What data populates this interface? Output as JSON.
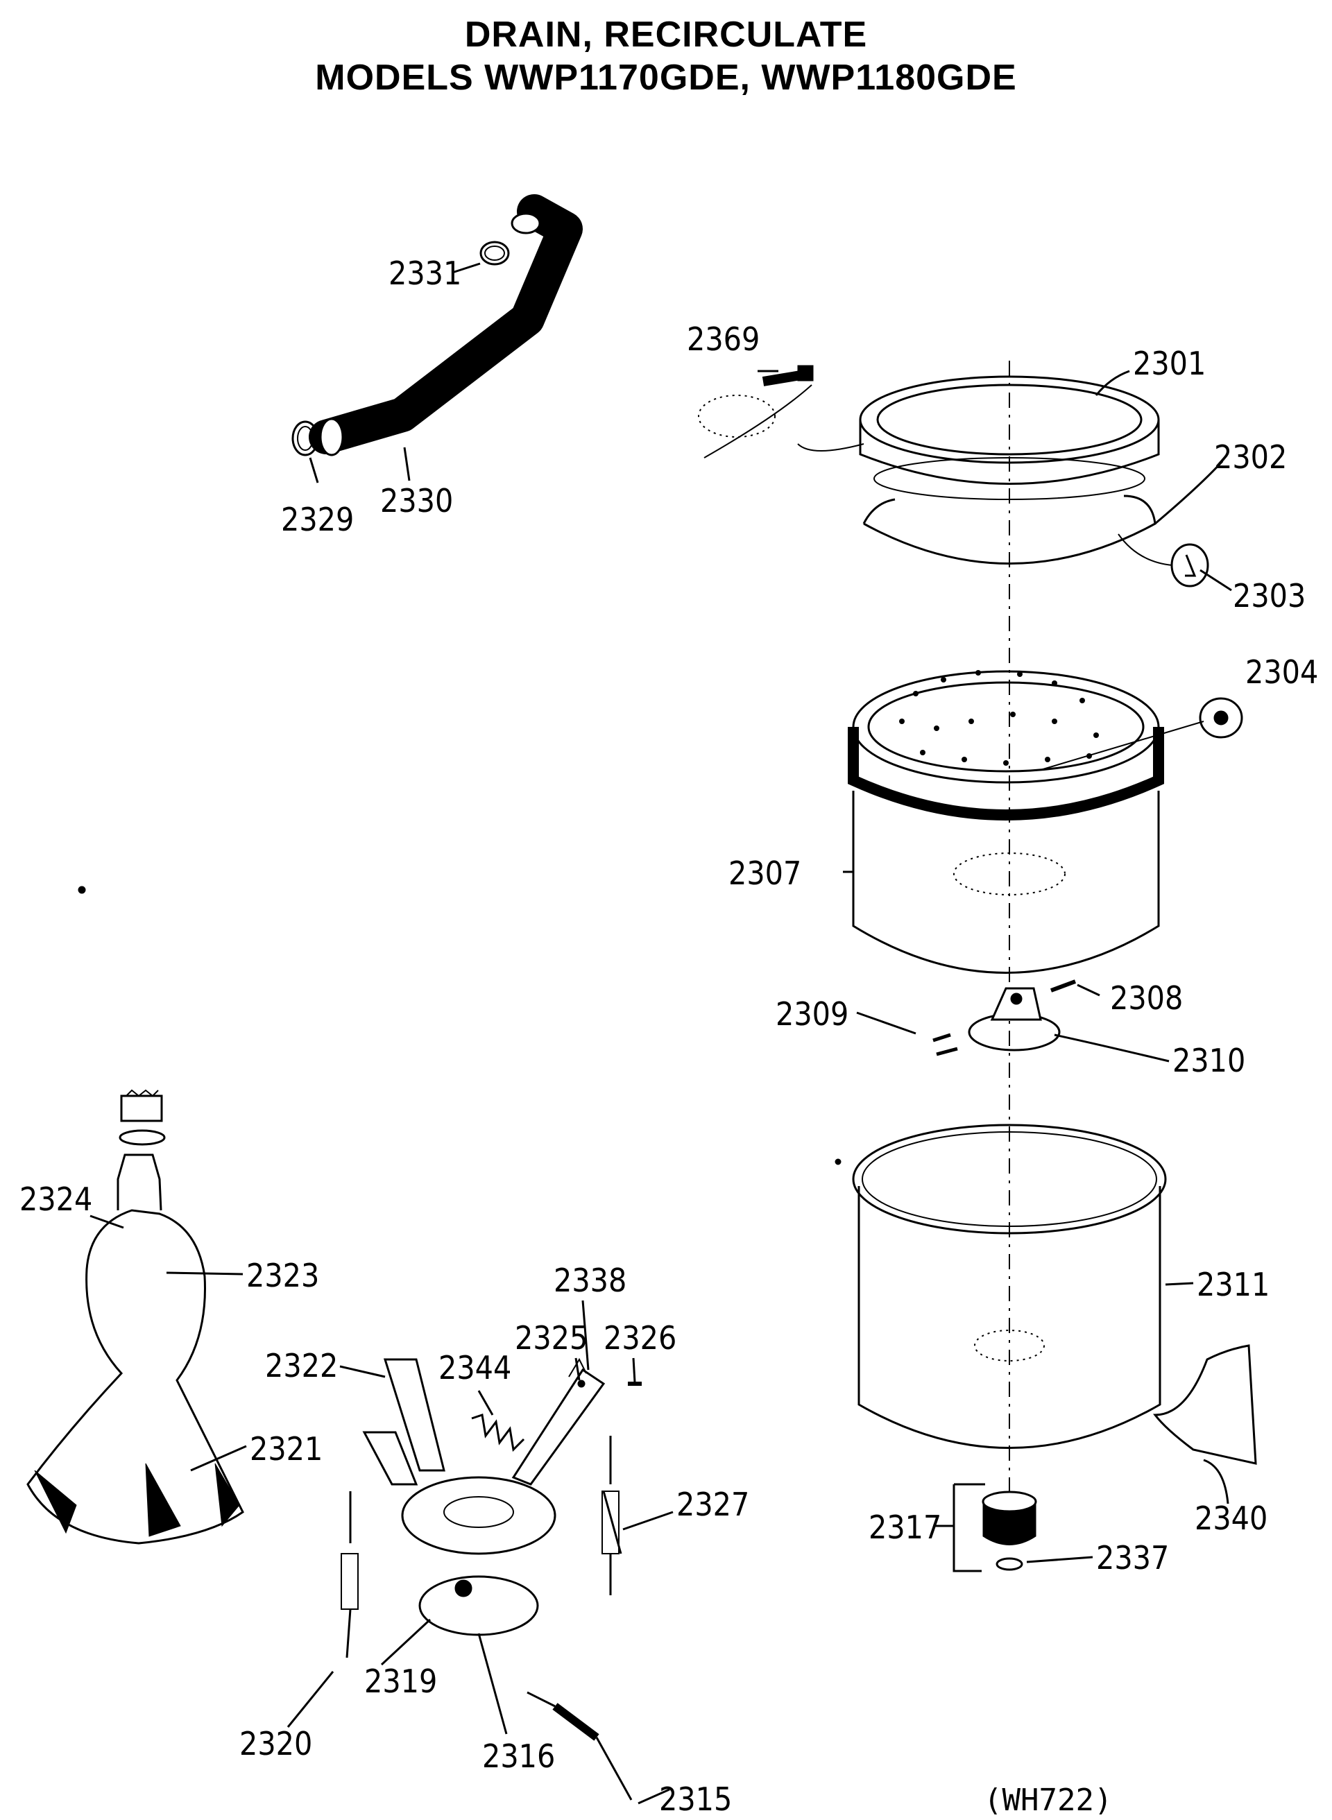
{
  "title": {
    "line1": "DRAIN, RECIRCULATE",
    "line2": "MODELS WWP1170GDE, WWP1180GDE"
  },
  "reference_code": "(WH722)",
  "callouts": {
    "p2331": "2331",
    "p2329": "2329",
    "p2330": "2330",
    "p2369": "2369",
    "p2301": "2301",
    "p2302": "2302",
    "p2303": "2303",
    "p2304": "2304",
    "p2307": "2307",
    "p2308": "2308",
    "p2309": "2309",
    "p2310": "2310",
    "p2311": "2311",
    "p2317": "2317",
    "p2337": "2337",
    "p2340": "2340",
    "p2324": "2324",
    "p2323": "2323",
    "p2338": "2338",
    "p2325": "2325",
    "p2326": "2326",
    "p2322": "2322",
    "p2344": "2344",
    "p2321": "2321",
    "p2327": "2327",
    "p2319": "2319",
    "p2320": "2320",
    "p2316": "2316",
    "p2315": "2315"
  }
}
